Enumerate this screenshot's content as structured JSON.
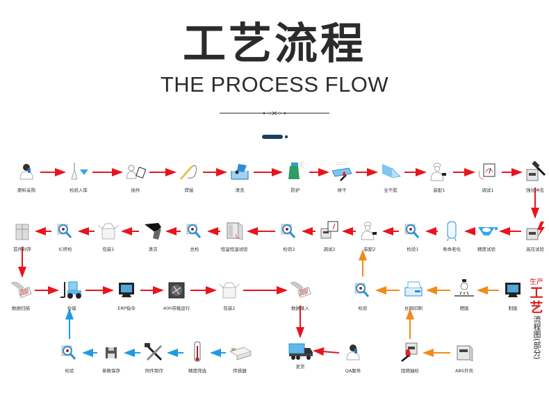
{
  "header": {
    "title": "工艺流程",
    "subtitle": "THE PROCESS FLOW",
    "accent_color": "#1b3f5e",
    "title_color": "#2b2b2b"
  },
  "side_title": {
    "red_small": "生产",
    "red_big_1": "工",
    "red_big_2": "艺",
    "black": "流程图(部分)",
    "red_color": "#d81e1e"
  },
  "colors": {
    "red_arrow": "#e8141c",
    "orange_arrow": "#f08a1c",
    "blue_arrow": "#1e9be0"
  },
  "rows": {
    "row1": [
      {
        "id": "n1",
        "label": "原料采购",
        "icon": "phone-person-icon"
      },
      {
        "id": "n2",
        "label": "检验入库",
        "icon": "lab-flask-icon"
      },
      {
        "id": "n3",
        "label": "插件",
        "icon": "worker-clipboard-icon"
      },
      {
        "id": "n4",
        "label": "焊接",
        "icon": "soldering-iron-icon"
      },
      {
        "id": "n5",
        "label": "清洗",
        "icon": "wash-tank-icon"
      },
      {
        "id": "n6",
        "label": "防护",
        "icon": "spray-bottle-icon"
      },
      {
        "id": "n7",
        "label": "烘干",
        "icon": "drying-plate-icon"
      },
      {
        "id": "n8",
        "label": "全干胶",
        "icon": "glass-panel-icon"
      },
      {
        "id": "n9",
        "label": "装配1",
        "icon": "assembly-worker-icon"
      },
      {
        "id": "n10",
        "label": "调试1",
        "icon": "meter-icon"
      },
      {
        "id": "n11",
        "label": "强化冲击",
        "icon": "hammer-box-icon"
      }
    ],
    "row2": [
      {
        "id": "n12",
        "label": "高压试验",
        "icon": "high-voltage-box-icon"
      },
      {
        "id": "n13",
        "label": "精度试验",
        "icon": "precision-tool-icon"
      },
      {
        "id": "n14",
        "label": "寿命老化",
        "icon": "aging-tank-icon"
      },
      {
        "id": "n15",
        "label": "检验1",
        "icon": "magnifier-icon"
      },
      {
        "id": "n16",
        "label": "装配2",
        "icon": "assembly-worker-icon"
      },
      {
        "id": "n17",
        "label": "调试2",
        "icon": "meter-box-icon"
      },
      {
        "id": "n18",
        "label": "检验2",
        "icon": "magnifier-icon"
      },
      {
        "id": "n19",
        "label": "恒温恒湿试验",
        "icon": "climate-chamber-icon"
      },
      {
        "id": "n20",
        "label": "总检",
        "icon": "magnifier-icon"
      },
      {
        "id": "n21",
        "label": "清洁",
        "icon": "squeegee-icon"
      },
      {
        "id": "n22",
        "label": "包装1",
        "icon": "open-box-icon"
      },
      {
        "id": "n23",
        "label": "IC终检",
        "icon": "magnifier-icon"
      },
      {
        "id": "n24",
        "label": "首件封存",
        "icon": "sealed-box-icon"
      }
    ],
    "row3": [
      {
        "id": "n25",
        "label": "数据扫描",
        "icon": "barcode-scanner-icon"
      },
      {
        "id": "n26",
        "label": "仓储",
        "icon": "forklift-icon"
      },
      {
        "id": "n27",
        "label": "ERP指令",
        "icon": "monitor-icon"
      },
      {
        "id": "n28",
        "label": "40h带载运行",
        "icon": "fan-icon"
      },
      {
        "id": "n29",
        "label": "包装2",
        "icon": "open-box-icon"
      },
      {
        "id": "n30",
        "label": "数据录入",
        "icon": "barcode-scanner-icon"
      }
    ],
    "row3_right": [
      {
        "id": "n31",
        "label": "检验",
        "icon": "magnifier-icon"
      },
      {
        "id": "n32",
        "label": "丝网印刷",
        "icon": "printer-icon"
      },
      {
        "id": "n33",
        "label": "晒版",
        "icon": "lamp-icon"
      },
      {
        "id": "n34",
        "label": "制版",
        "icon": "monitor-icon"
      }
    ],
    "row4_left": [
      {
        "id": "n35",
        "label": "检验",
        "icon": "magnifier-icon"
      },
      {
        "id": "n36",
        "label": "参数保存",
        "icon": "floppy-icon"
      },
      {
        "id": "n37",
        "label": "附件制作",
        "icon": "tools-icon"
      },
      {
        "id": "n38",
        "label": "精度筛选",
        "icon": "thermometer-icon"
      },
      {
        "id": "n39",
        "label": "传感器",
        "icon": "sensor-icon"
      }
    ],
    "row4_right": [
      {
        "id": "n40",
        "label": "发货",
        "icon": "truck-icon"
      },
      {
        "id": "n41",
        "label": "QA服务",
        "icon": "phone-person-icon"
      },
      {
        "id": "n42",
        "label": "阻燃抽检",
        "icon": "flame-box-icon"
      },
      {
        "id": "n43",
        "label": "ABS外壳",
        "icon": "abs-box-icon"
      }
    ]
  }
}
